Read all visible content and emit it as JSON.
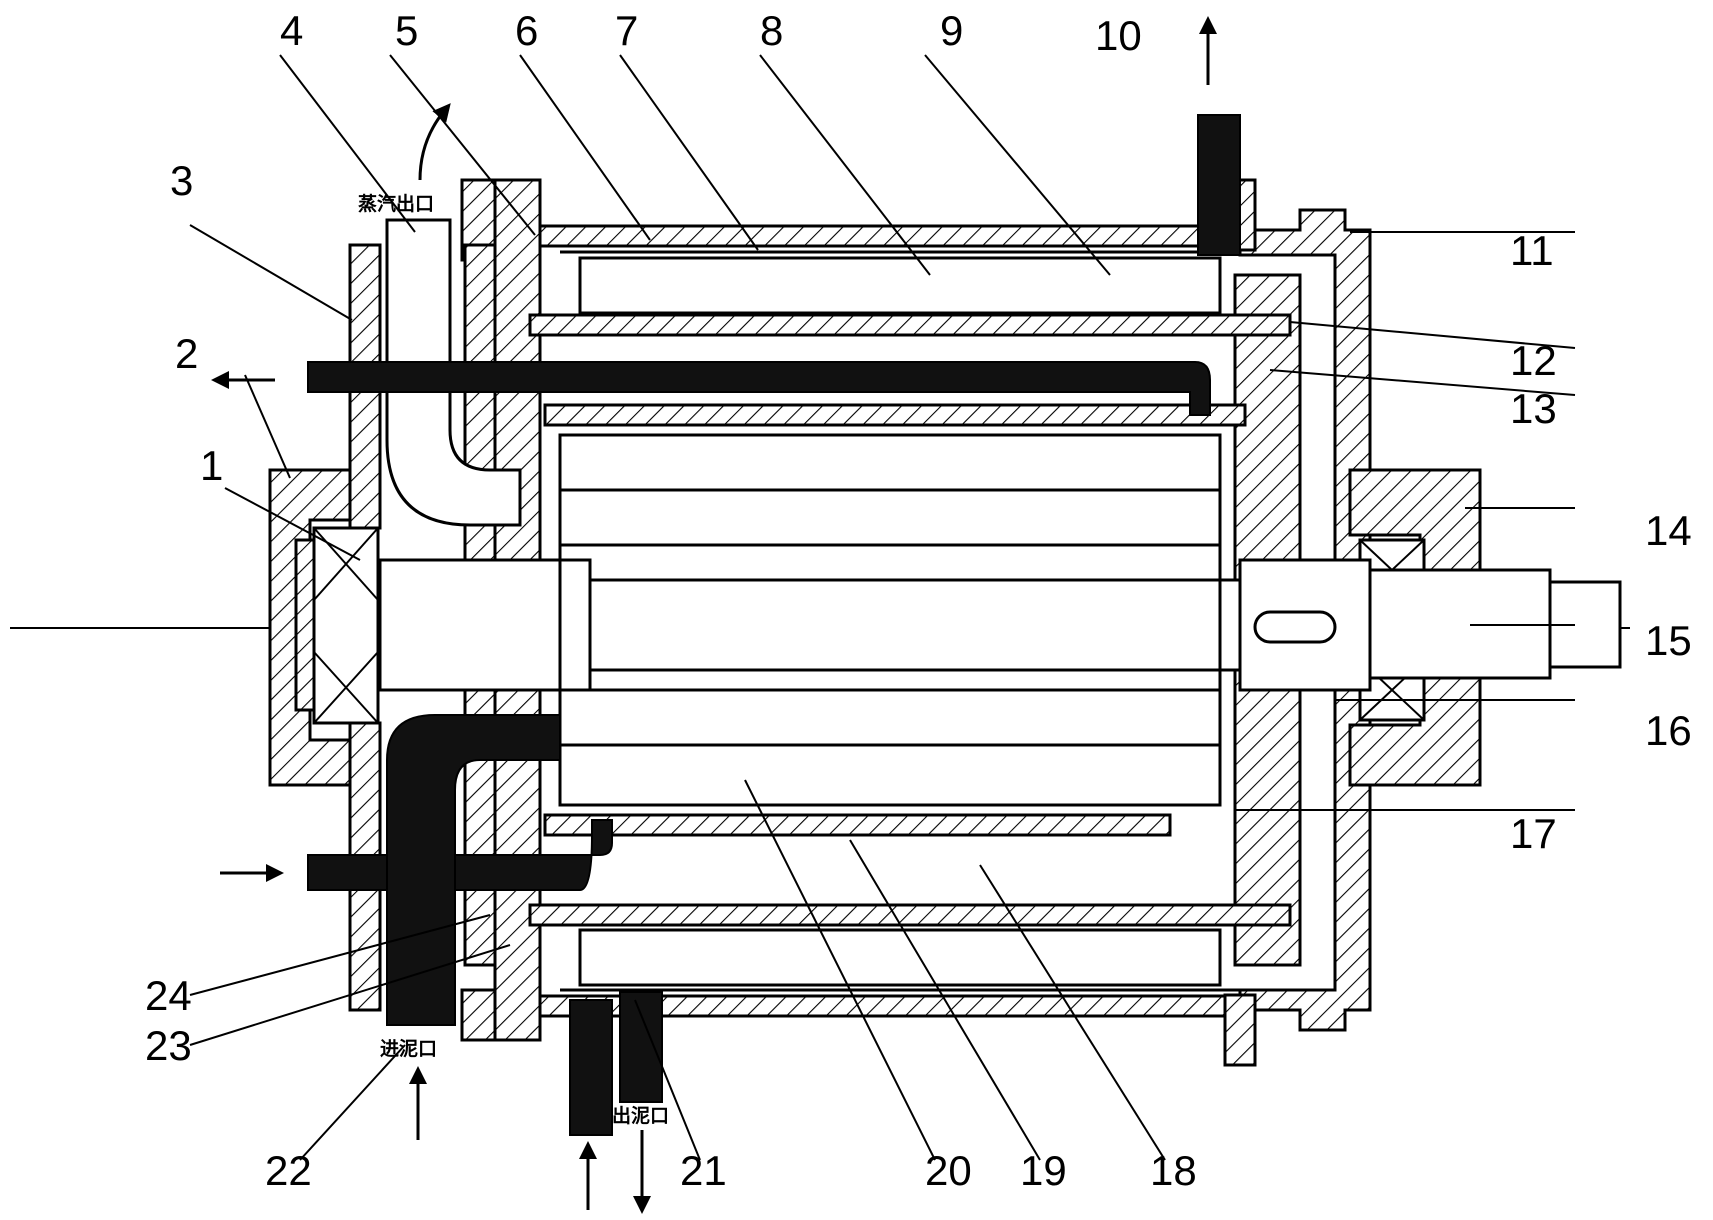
{
  "callouts": [
    "1",
    "2",
    "3",
    "4",
    "5",
    "6",
    "7",
    "8",
    "9",
    "10",
    "11",
    "12",
    "13",
    "14",
    "15",
    "16",
    "17",
    "18",
    "19",
    "20",
    "21",
    "22",
    "23",
    "24"
  ],
  "port_labels": {
    "steam_outlet": "蒸汽出口",
    "sludge_inlet": "进泥口",
    "sludge_outlet": "出泥口"
  }
}
